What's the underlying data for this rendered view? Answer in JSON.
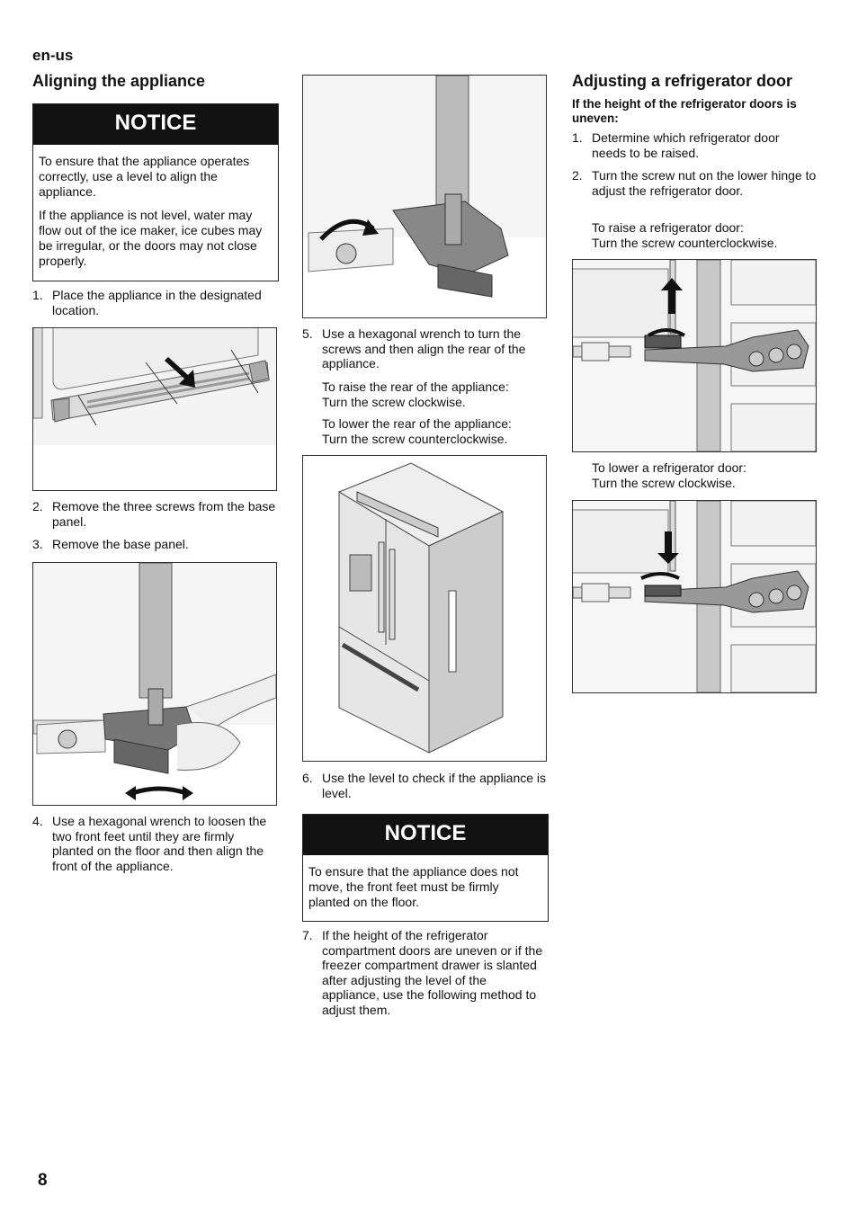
{
  "lang": "en-us",
  "page_number": "8",
  "left": {
    "heading": "Aligning the appliance",
    "notice": {
      "title": "NOTICE",
      "paragraphs": [
        "To ensure that the appliance operates correctly, use a level to align the appliance.",
        "If the appliance is not level, water may flow out of the ice maker, ice cubes may be irregular, or the doors may not close properly."
      ]
    },
    "steps": [
      {
        "num": "1.",
        "text": "Place the appliance in the designated location."
      },
      {
        "num": "2.",
        "text": "Remove the three screws from the base panel."
      },
      {
        "num": "3.",
        "text": "Remove the base panel."
      },
      {
        "num": "4.",
        "text": "Use a hexagonal wrench to loosen the two front feet until they are firmly planted on the floor and then align the front of the appliance."
      }
    ]
  },
  "middle": {
    "steps": [
      {
        "num": "5.",
        "text": "Use a hexagonal wrench to turn the screws and then align the rear of the appliance."
      },
      {
        "num": "6.",
        "text": "Use the level to check if the appliance is level."
      },
      {
        "num": "7.",
        "text": "If the height of the refrigerator compartment doors are uneven or if the freezer compartment drawer is slanted after adjusting the level of the appliance, use the following method to adjust them."
      }
    ],
    "raise_rear": [
      "To raise the rear of the appliance:",
      "Turn the screw clockwise."
    ],
    "lower_rear": [
      "To lower the rear of the appliance:",
      "Turn the screw counterclockwise."
    ],
    "notice": {
      "title": "NOTICE",
      "paragraphs": [
        "To ensure that the appliance does not move, the front feet must be firmly planted on the floor."
      ]
    }
  },
  "right": {
    "heading": "Adjusting a refrigerator door",
    "subheading": "If the height of the refrigerator doors is uneven:",
    "steps": [
      {
        "num": "1.",
        "text": "Determine which refrigerator door needs to be raised."
      },
      {
        "num": "2.",
        "text": "Turn the screw nut on the lower hinge to adjust the refrigerator door."
      }
    ],
    "raise_door": [
      "To raise a refrigerator door:",
      "Turn the screw counterclockwise."
    ],
    "lower_door": [
      "To lower a refrigerator door:",
      "Turn the screw clockwise."
    ]
  }
}
